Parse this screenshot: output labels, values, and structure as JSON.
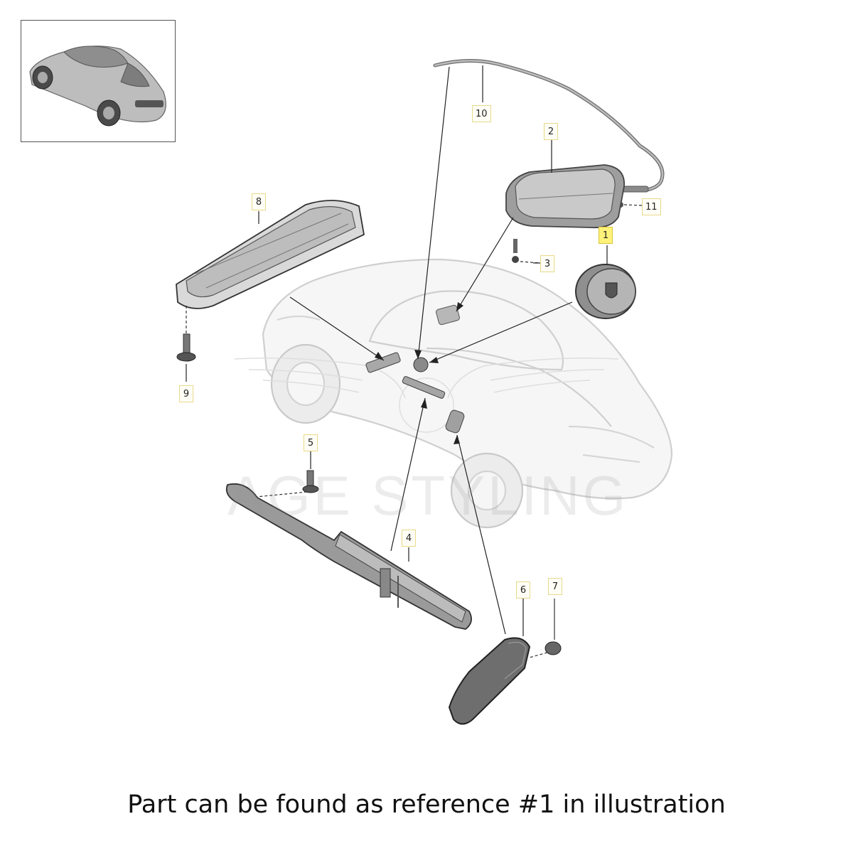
{
  "diagram": {
    "callouts": [
      {
        "id": "1",
        "label": "1",
        "highlighted": true
      },
      {
        "id": "2",
        "label": "2"
      },
      {
        "id": "3",
        "label": "3"
      },
      {
        "id": "4",
        "label": "4"
      },
      {
        "id": "5",
        "label": "5"
      },
      {
        "id": "6",
        "label": "6"
      },
      {
        "id": "7",
        "label": "7"
      },
      {
        "id": "8",
        "label": "8"
      },
      {
        "id": "9",
        "label": "9"
      },
      {
        "id": "10",
        "label": "10"
      },
      {
        "id": "11",
        "label": "11"
      }
    ],
    "watermark_text": "AGE STYLING",
    "highlight_color": "#fff27a",
    "callout_border_color": "#e8d98a"
  },
  "caption": "Part can be found as reference #1 in illustration"
}
